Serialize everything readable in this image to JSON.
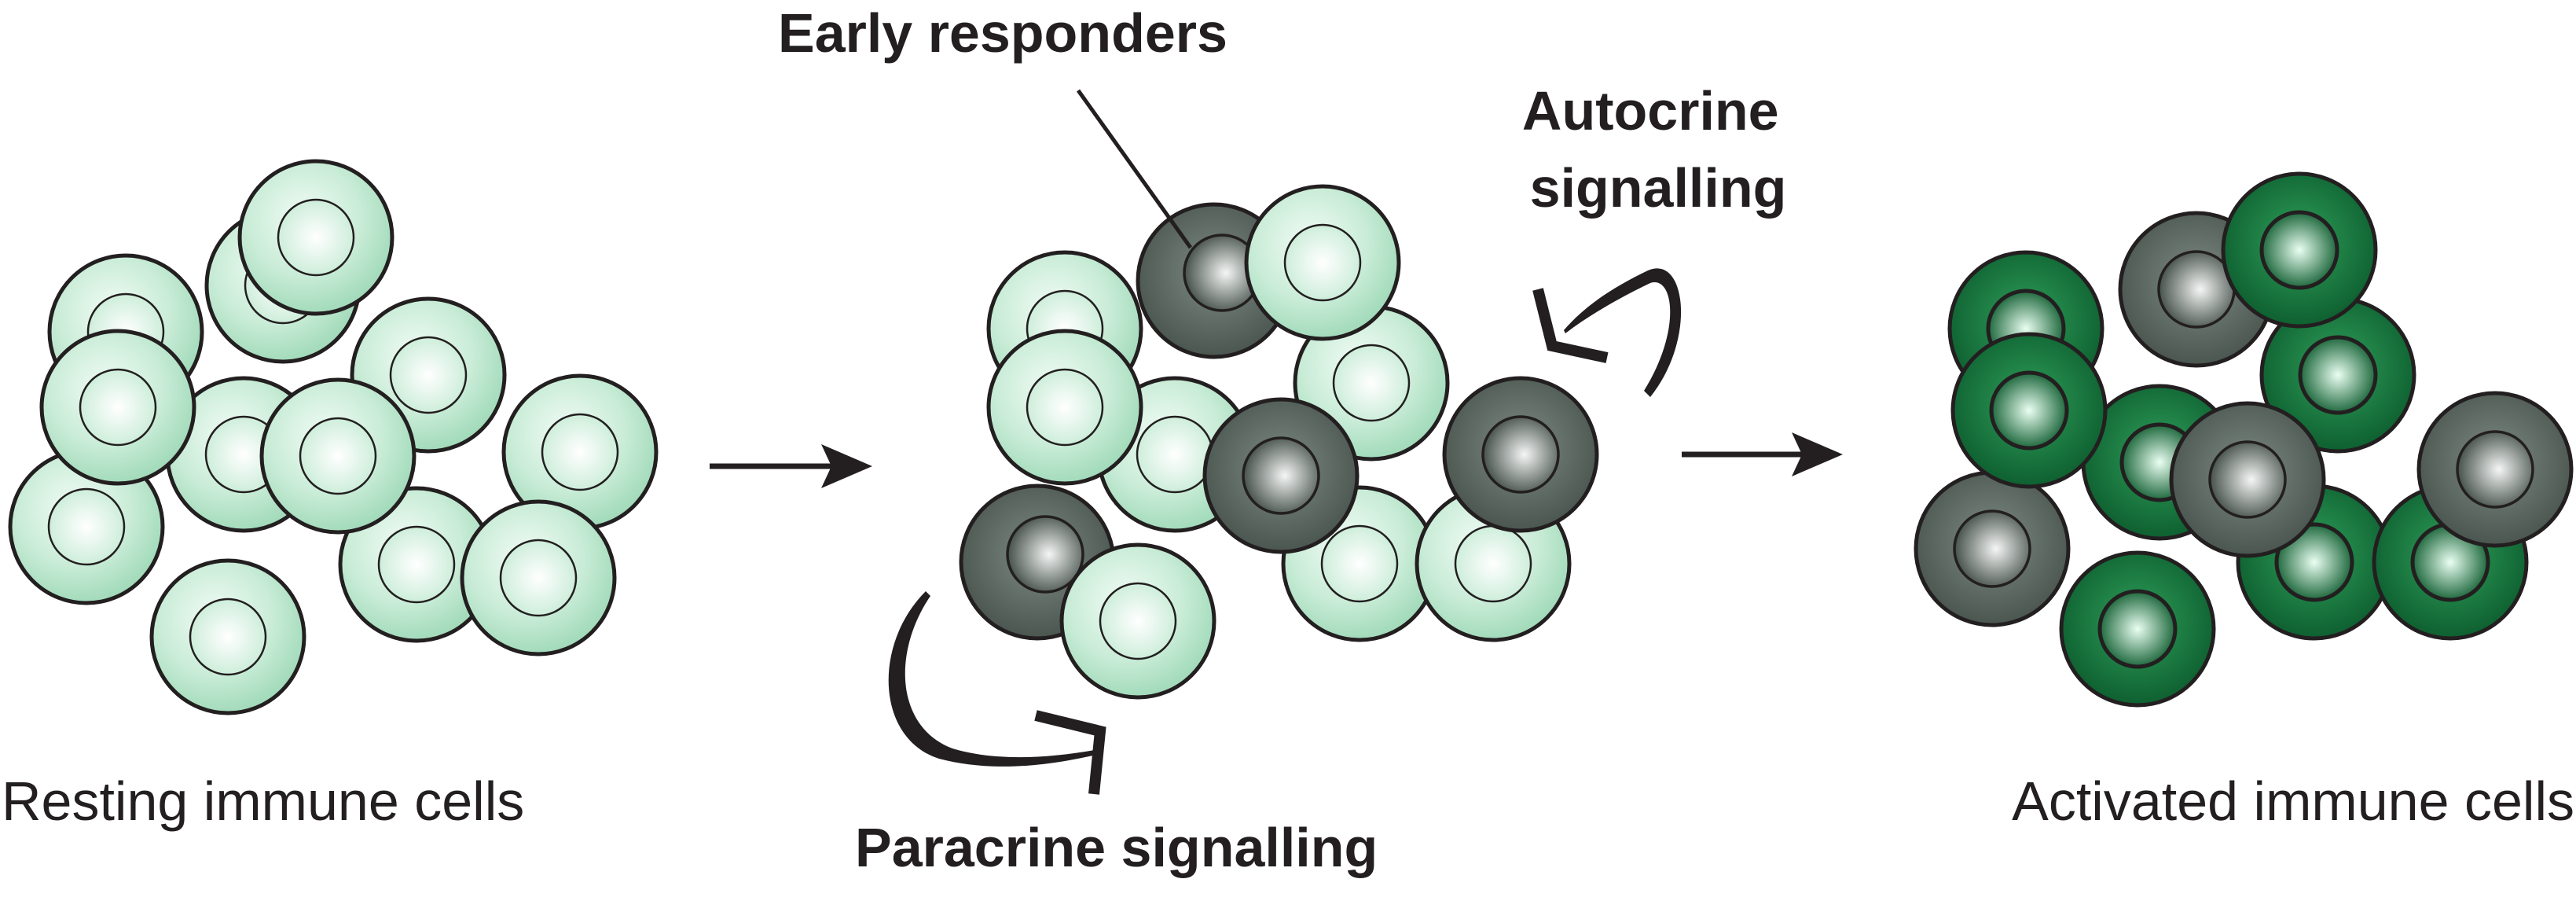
{
  "labels": {
    "resting": "Resting immune cells",
    "early_responders": "Early responders",
    "autocrine_line1": "Autocrine",
    "autocrine_line2": "signalling",
    "paracrine": "Paracrine signalling",
    "activated": "Activated immune cells"
  },
  "colors": {
    "resting_light": "#f2fcf6",
    "resting_mid": "#c9ecd7",
    "resting_dark": "#a3dbbb",
    "responder_light": "#f4f6f5",
    "responder_mid": "#7e8a84",
    "responder_dark": "#46514b",
    "activated_light": "#eafff2",
    "activated_mid": "#2f9f5a",
    "activated_dark": "#0b5a2c",
    "outline": "#231f20",
    "text": "#231f20"
  },
  "icons": {
    "process_arrow": "right-arrow-icon",
    "autocrine": "curved-loop-arrow-icon",
    "paracrine": "curved-arrow-icon"
  }
}
